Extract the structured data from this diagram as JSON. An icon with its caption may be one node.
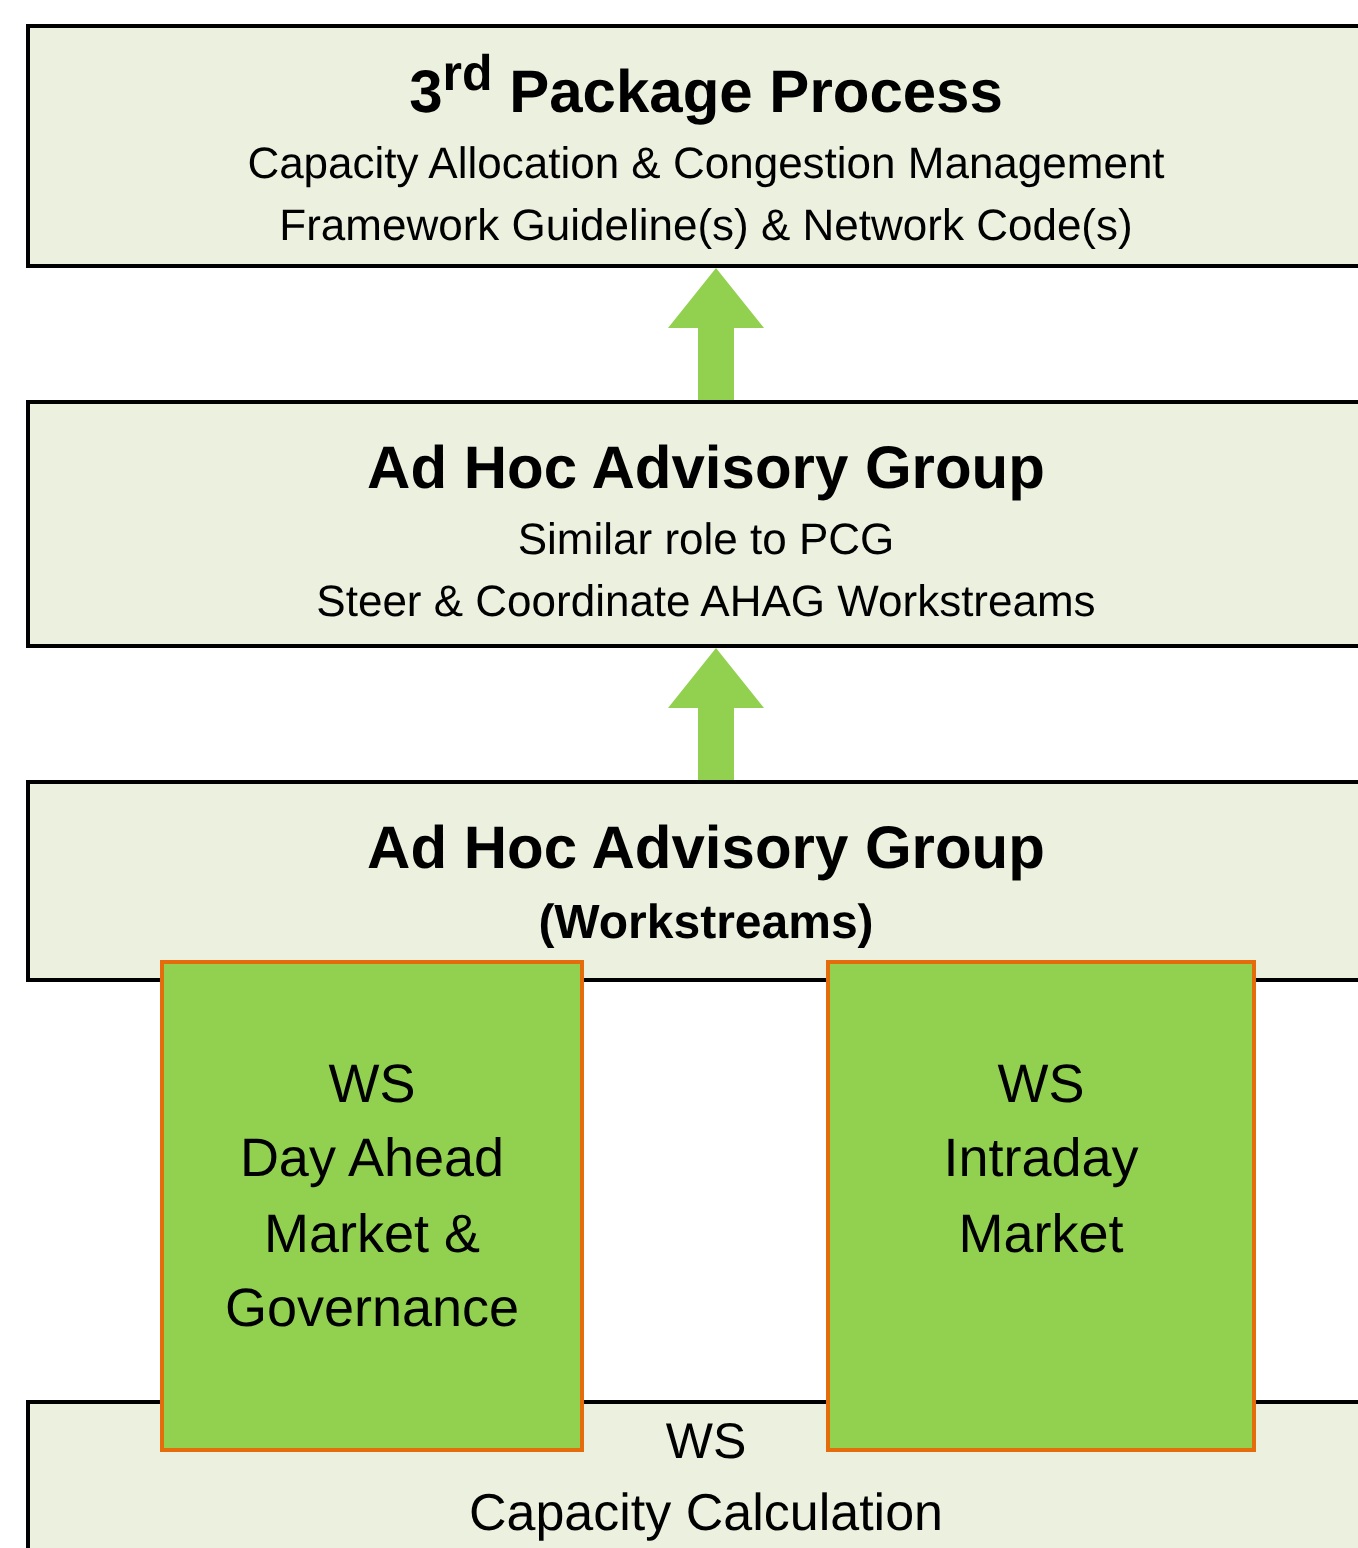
{
  "diagram": {
    "nodes": [
      {
        "text": [
          "3$^{rd}$ Package Process",
          "Capacity Allocation & Congestion Management",
          "Framework Guideline(s) & Network Code(s)"
        ]
      },
      {
        "text": [
          "Ad Hoc Advisory Group",
          "Similar role to PCG",
          "Steer & Coordinate AHAG Workstreams"
        ]
      },
      {
        "text": [
          "Ad Hoc Advisory Group",
          "(Workstreams)"
        ]
      },
      {
        "text": [
          "WS",
          "Capacity Calculation"
        ]
      },
      {
        "text": [
          "WS",
          "Day Ahead Market & Governance"
        ]
      },
      {
        "text": [
          "WS",
          "Intraday Market"
        ]
      }
    ],
    "edges": [
      {
        "from": 1,
        "to": 0,
        "arrow": "to",
        "style": "thick",
        "color": "#92d050"
      },
      {
        "from": 2,
        "to": 1,
        "arrow": "to",
        "style": "thick",
        "color": "#92d050"
      }
    ]
  }
}
